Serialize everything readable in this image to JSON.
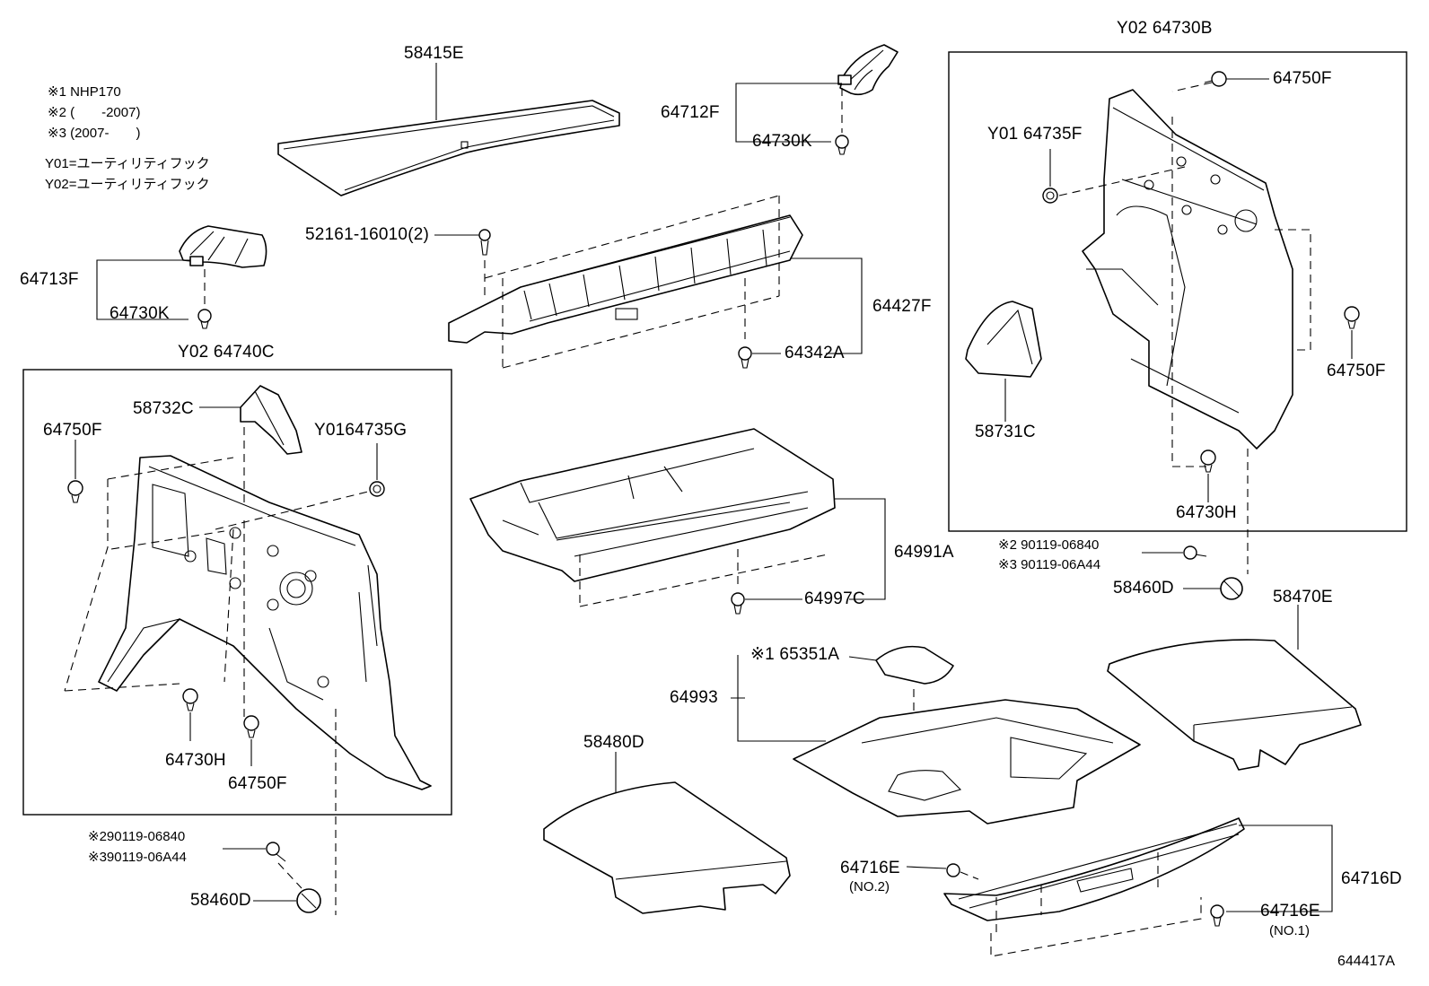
{
  "notes": {
    "n1": "※1 NHP170",
    "n2": "※2 (　　-2007)",
    "n3": "※3 (2007-　　)",
    "y01": "Y01=ユーティリティフック",
    "y02": "Y02=ユーティリティフック"
  },
  "labels": {
    "p58415E": "58415E",
    "p64712F": "64712F",
    "p64730K_a": "64730K",
    "p64713F": "64713F",
    "p64730K_b": "64730K",
    "p52161": "52161-16010(2)",
    "p64427F": "64427F",
    "p64342A": "64342A",
    "y02_64740C": "Y02 64740C",
    "p58732C": "58732C",
    "y01_64735G": "Y0164735G",
    "p64750F_l": "64750F",
    "p64730H_l": "64730H",
    "p64750F_l2": "64750F",
    "b_l1": "※290119-06840",
    "b_l2": "※390119-06A44",
    "p58460D_l": "58460D",
    "p64991A": "64991A",
    "p64997C": "64997C",
    "y02_64730B": "Y02 64730B",
    "p64750F_r1": "64750F",
    "y01_64735F": "Y01 64735F",
    "p64750F_r2": "64750F",
    "p58731C": "58731C",
    "p64730H_r": "64730H",
    "b_r1": "※2 90119-06840",
    "b_r2": "※3 90119-06A44",
    "p58460D_r": "58460D",
    "p58470E": "58470E",
    "p65351A": "※1 65351A",
    "p64993": "64993",
    "p58480D": "58480D",
    "p64716E_a": "64716E",
    "no2": "(NO.2)",
    "p64716D": "64716D",
    "p64716E_b": "64716E",
    "no1": "(NO.1)",
    "ref": "644417A"
  }
}
